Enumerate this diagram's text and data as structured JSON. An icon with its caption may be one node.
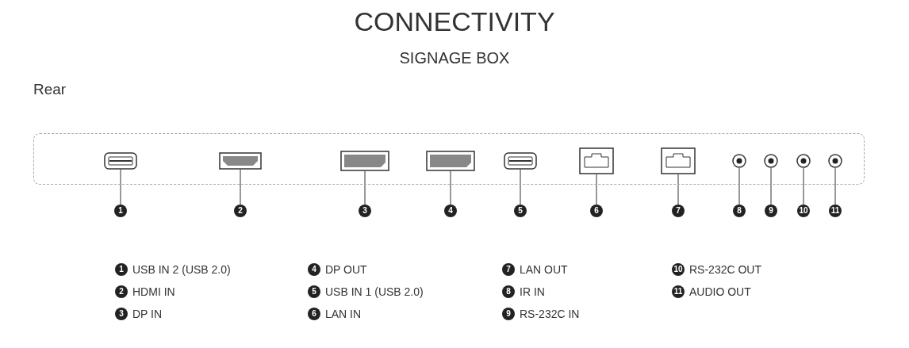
{
  "diagram": {
    "title": "CONNECTIVITY",
    "nodes": [
      {
        "text": [],
        "shape": "box"
      },
      {
        "text": [],
        "shape": "picture",
        "in": 0
      },
      {
        "text": [],
        "shape": "picture",
        "in": 0
      },
      {
        "text": [],
        "shape": "picture",
        "in": 0
      },
      {
        "text": [],
        "shape": "picture",
        "in": 0
      },
      {
        "text": [],
        "shape": "picture",
        "in": 0
      },
      {
        "text": [],
        "shape": "picture",
        "in": 0
      },
      {
        "text": [],
        "shape": "picture",
        "in": 0
      },
      {
        "text": [],
        "shape": "picture",
        "in": 0
      },
      {
        "text": [],
        "shape": "picture",
        "in": 0
      },
      {
        "text": [],
        "shape": "picture",
        "in": 0
      },
      {
        "text": [],
        "shape": "picture",
        "in": 0
      },
      {
        "text": [
          "1"
        ]
      },
      {
        "text": [
          "2"
        ]
      },
      {
        "text": [
          "3"
        ]
      },
      {
        "text": [
          "4"
        ]
      },
      {
        "text": [
          "5"
        ]
      },
      {
        "text": [
          "6"
        ]
      },
      {
        "text": [
          "7"
        ]
      },
      {
        "text": [
          "8"
        ]
      },
      {
        "text": [
          "9"
        ]
      },
      {
        "text": [
          "10"
        ]
      },
      {
        "text": [
          "11"
        ]
      }
    ],
    "edges": [
      {
        "from": 12,
        "to": 1,
        "arrow": "none"
      },
      {
        "from": 13,
        "to": 2,
        "arrow": "none"
      },
      {
        "from": 14,
        "to": 3,
        "arrow": "none"
      },
      {
        "from": 15,
        "to": 4,
        "arrow": "none"
      },
      {
        "from": 16,
        "to": 5,
        "arrow": "none"
      },
      {
        "from": 17,
        "to": 6,
        "arrow": "none"
      },
      {
        "from": 18,
        "to": 7,
        "arrow": "none"
      },
      {
        "from": 19,
        "to": 8,
        "arrow": "none"
      },
      {
        "from": 20,
        "to": 9,
        "arrow": "none"
      },
      {
        "from": 21,
        "to": 10,
        "arrow": "none"
      },
      {
        "from": 22,
        "to": 11,
        "arrow": "none"
      }
    ],
    "labels": [
      "SIGNAGE BOX",
      "Rear",
      "1",
      "2",
      "3",
      "4",
      "5",
      "6",
      "7",
      "8",
      "9",
      "10",
      "11"
    ],
    "legend": [
      {
        "text": "USB IN 2 (USB 2.0)"
      },
      {
        "text": "HDMI IN"
      },
      {
        "text": "DP IN"
      },
      {
        "text": "DP OUT"
      },
      {
        "text": "USB IN 1 (USB 2.0)"
      },
      {
        "text": "LAN IN"
      },
      {
        "text": "LAN OUT"
      },
      {
        "text": "IR IN"
      },
      {
        "text": "RS-232C IN"
      },
      {
        "text": "RS-232C OUT"
      },
      {
        "text": "AUDIO OUT"
      }
    ]
  }
}
